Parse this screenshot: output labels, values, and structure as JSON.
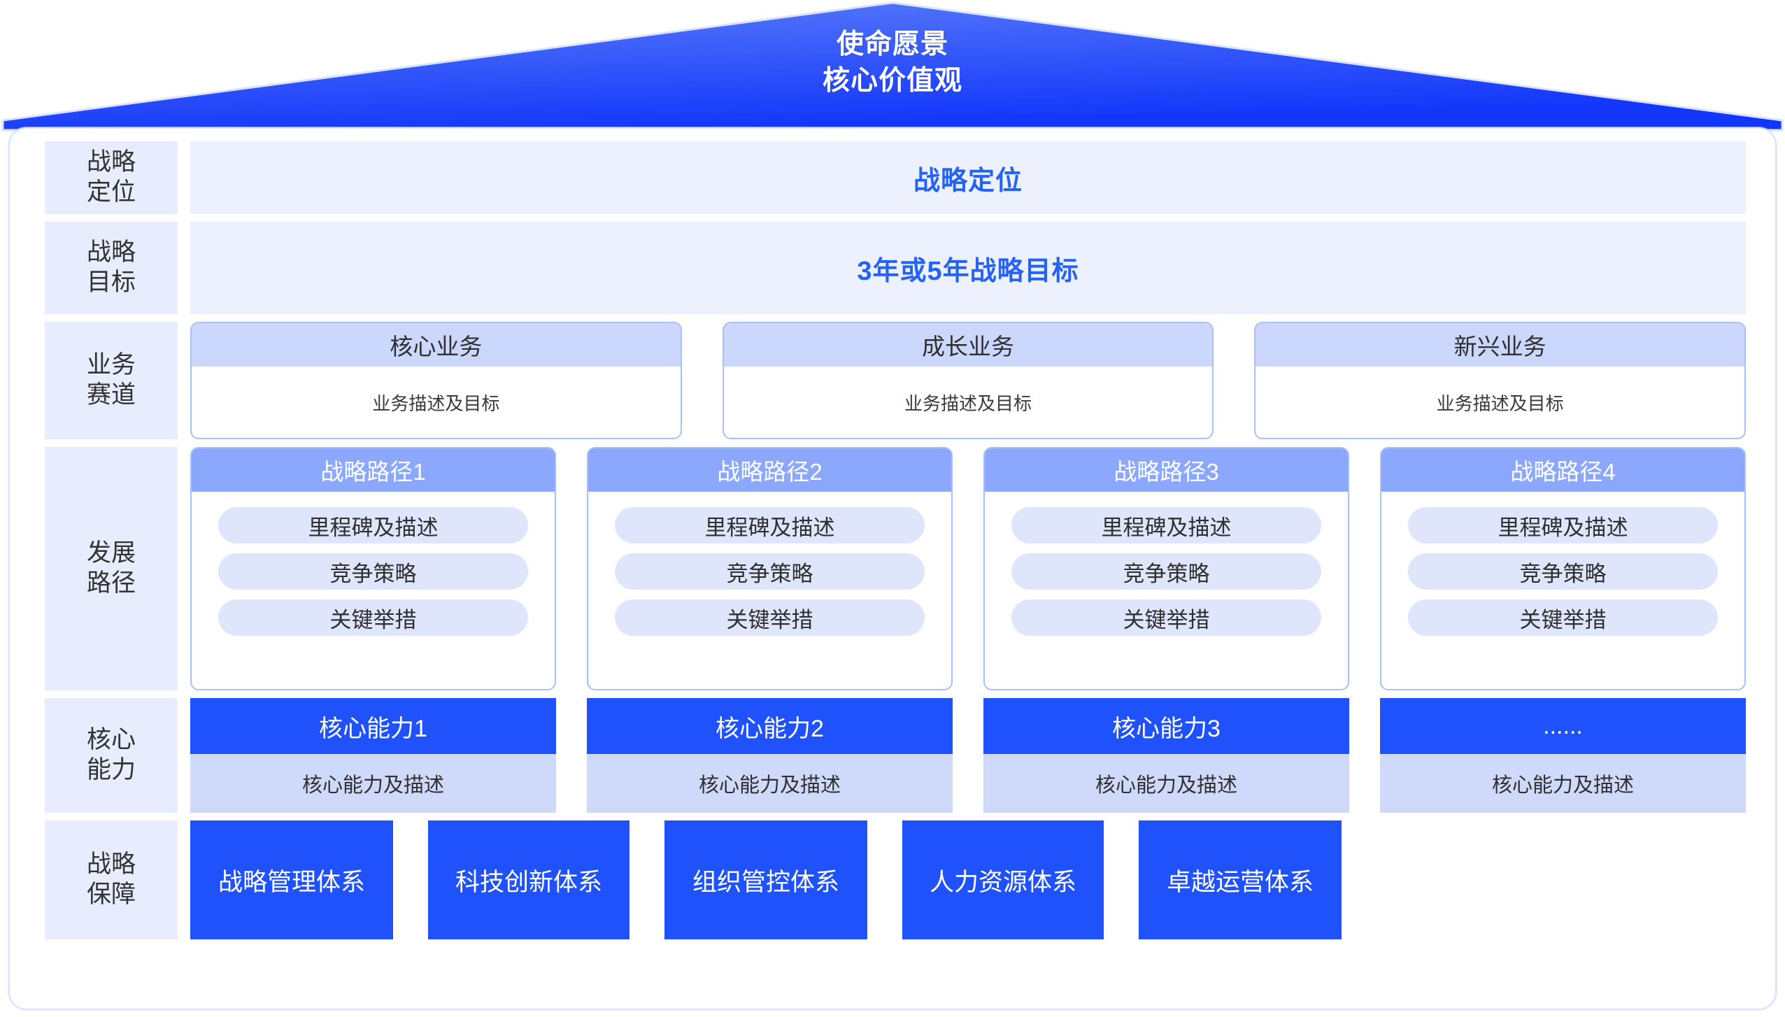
{
  "roof": {
    "line1": "使命愿景",
    "line2": "核心价值观",
    "fill_start": "#5B7CFB",
    "fill_end": "#1237FA"
  },
  "colors": {
    "accent_strong": "#1F52FB",
    "accent_mid": "#8BA8FD",
    "accent_light": "#CBD7FD",
    "row_bg": "#EDF1FD",
    "label_bg": "#E7EDFC",
    "pill_bg": "#DFE6FC",
    "cap_body_bg": "#CFDAFB",
    "frame_border": "#D9E2FE",
    "banner_text": "#2563F5"
  },
  "rows": {
    "position": {
      "label": "战略\n定位",
      "banner": "战略定位"
    },
    "goal": {
      "label": "战略\n目标",
      "banner": "3年或5年战略目标"
    },
    "track": {
      "label": "业务\n赛道",
      "cards": [
        {
          "title": "核心业务",
          "desc": "业务描述及目标"
        },
        {
          "title": "成长业务",
          "desc": "业务描述及目标"
        },
        {
          "title": "新兴业务",
          "desc": "业务描述及目标"
        }
      ]
    },
    "path": {
      "label": "发展\n路径",
      "cards": [
        {
          "title": "战略路径1",
          "items": [
            "里程碑及描述",
            "竞争策略",
            "关键举措"
          ]
        },
        {
          "title": "战略路径2",
          "items": [
            "里程碑及描述",
            "竞争策略",
            "关键举措"
          ]
        },
        {
          "title": "战略路径3",
          "items": [
            "里程碑及描述",
            "竞争策略",
            "关键举措"
          ]
        },
        {
          "title": "战略路径4",
          "items": [
            "里程碑及描述",
            "竞争策略",
            "关键举措"
          ]
        }
      ]
    },
    "capability": {
      "label": "核心\n能力",
      "cards": [
        {
          "title": "核心能力1",
          "desc": "核心能力及描述"
        },
        {
          "title": "核心能力2",
          "desc": "核心能力及描述"
        },
        {
          "title": "核心能力3",
          "desc": "核心能力及描述"
        },
        {
          "title": "......",
          "desc": "核心能力及描述"
        }
      ]
    },
    "guarantee": {
      "label": "战略\n保障",
      "boxes": [
        {
          "title": "战略管理体系"
        },
        {
          "title": "科技创新体系"
        },
        {
          "title": "组织管控体系"
        },
        {
          "title": "人力资源体系"
        },
        {
          "title": "卓越运营体系"
        }
      ]
    }
  }
}
